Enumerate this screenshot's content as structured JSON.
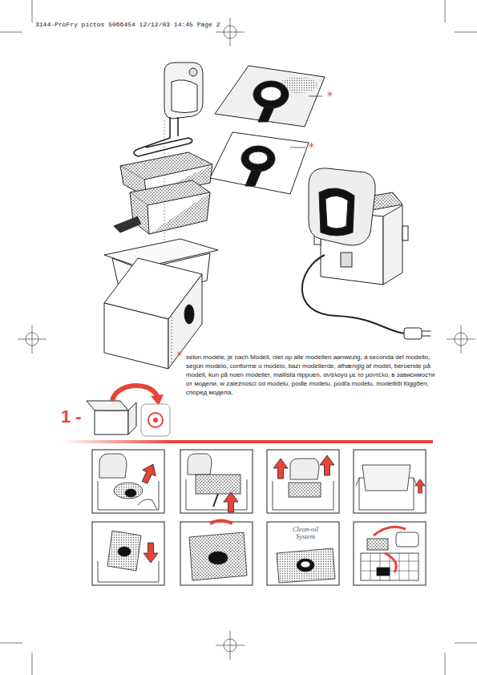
{
  "diagram": {
    "labels": [
      "3144-ProFry pictos 5066454 12/12/03 14:45 Page 2",
      "*",
      "*",
      "*",
      "selon modèle, je nach Modell, niet op alle modellen aanwezig, a seconda del modello, según modelo, conforme o modelo, bazı modellerde, afhængig af model, beroende på modell, kun på noen modeller, mallista riippuen, ανάλογα με το μοντέλο, в зависимости от модели, w zależności od modelu, podle modelu, podľa modelu, modelltől függően, според модела,",
      "1 -",
      "Clean-oil System"
    ]
  }
}
